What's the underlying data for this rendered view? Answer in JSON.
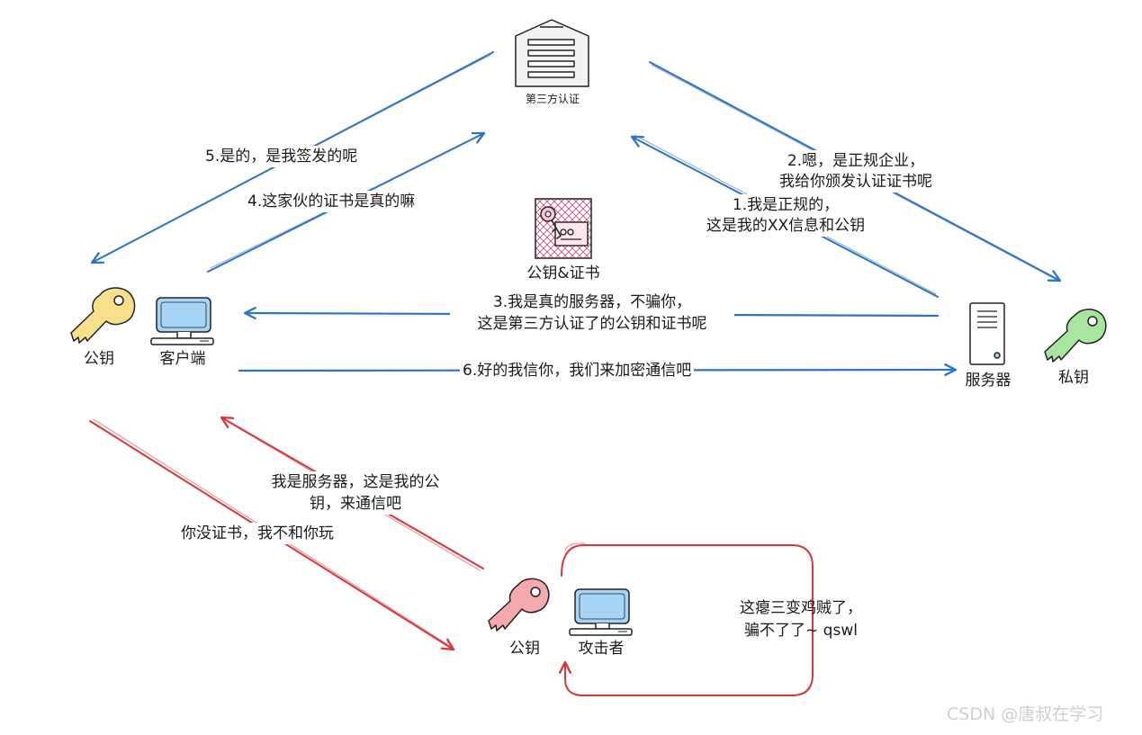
{
  "nodes": {
    "third_party": "第三方认证",
    "client": "客户端",
    "client_key": "公钥",
    "server": "服务器",
    "server_key": "私钥",
    "cert": "公钥&证书",
    "attacker": "攻击者",
    "attacker_key": "公钥"
  },
  "messages": {
    "m1_line1": "1.我是正规的，",
    "m1_line2": "这是我的XX信息和公钥",
    "m2_line1": "2.嗯，是正规企业，",
    "m2_line2": "我给你颁发认证证书呢",
    "m3_line1": "3.我是真的服务器，不骗你，",
    "m3_line2": "这是第三方认证了的公钥和证书呢",
    "m4": "4.这家伙的证书是真的嘛",
    "m5": "5.是的，是我签发的呢",
    "m6": "6.好的我信你，我们来加密通信吧",
    "attack_line1": "我是服务器，这是我的公",
    "attack_line2": "钥，来通信吧",
    "reject": "你没证书，我不和你玩",
    "attacker_note_line1": "这瘪三变鸡贼了，",
    "attacker_note_line2": "骗不了了~ qswl"
  },
  "watermark": "CSDN @唐叔在学习",
  "colors": {
    "blue_arrow": "#2f74c0",
    "red_arrow": "#d9363a",
    "client_key": "#f8e08a",
    "server_key": "#a8e6a0",
    "attacker_key": "#f6a9ad",
    "monitor": "#a6d4f6",
    "cert_bg": "#f7c7d6"
  }
}
